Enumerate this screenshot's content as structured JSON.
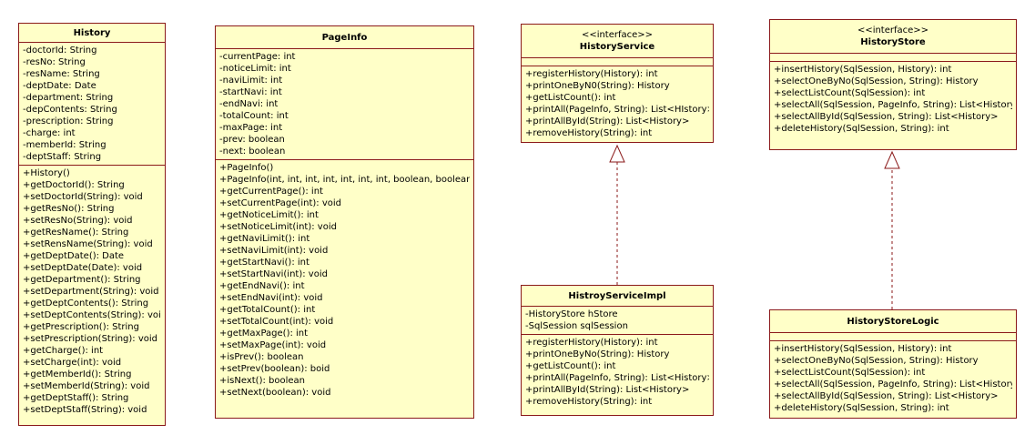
{
  "classes": {
    "history": {
      "name": "History",
      "attributes": [
        "-doctorId: String",
        "-resNo: String",
        "-resName: String",
        "-deptDate: Date",
        "-department: String",
        "-depContents: String",
        "-prescription: String",
        "-charge: int",
        "-memberId: String",
        "-deptStaff: String"
      ],
      "operations": [
        "+History()",
        "+getDoctorId(): String",
        "+setDoctorId(String): void",
        "+getResNo(): String",
        "+setResNo(String): void",
        "+getResName(): String",
        "+setRensName(String): void",
        "+getDeptDate(): Date",
        "+setDeptDate(Date): void",
        "+getDepartment(): String",
        "+setDepartment(String): void",
        "+getDeptContents(): String",
        "+setDeptContents(String): void",
        "+getPrescription(): String",
        "+setPrescription(String): void",
        "+getCharge(): int",
        "+setCharge(int): void",
        "+getMemberId(): String",
        "+setMemberId(String): void",
        "+getDeptStaff(): String",
        "+setDeptStaff(String): void"
      ]
    },
    "pageinfo": {
      "name": "PageInfo",
      "attributes": [
        "-currentPage: int",
        "-noticeLimit: int",
        "-naviLimit: int",
        "-startNavi: int",
        "-endNavi: int",
        "-totalCount: int",
        "-maxPage: int",
        "-prev: boolean",
        "-next: boolean"
      ],
      "operations": [
        "+PageInfo()",
        "+PageInfo(int, int, int, int, int, int, int, boolean, boolean)",
        "+getCurrentPage(): int",
        "+setCurrentPage(int): void",
        "+getNoticeLimit(): int",
        "+setNoticeLimit(int): void",
        "+getNaviLimit(): int",
        "+setNaviLimit(int): void",
        "+getStartNavi(): int",
        "+setStartNavi(int): void",
        "+getEndNavi(): int",
        "+setEndNavi(int): void",
        "+getTotalCount(): int",
        "+setTotalCount(int): void",
        "+getMaxPage(): int",
        "+setMaxPage(int): void",
        "+isPrev(): boolean",
        "+setPrev(boolean): boid",
        "+isNext(): boolean",
        "+setNext(boolean): void"
      ]
    },
    "historyservice": {
      "stereotype": "<<interface>>",
      "name": "HistoryService",
      "attributes": [],
      "operations": [
        "+registerHistory(History): int",
        "+printOneByN0(String): History",
        "+getListCount(): int",
        "+printAll(PageInfo, String): List<HIstory>",
        "+printAllById(String): List<History>",
        "+removeHistory(String): int"
      ]
    },
    "historyserviceimpl": {
      "name": "HistroyServiceImpl",
      "attributes": [
        "-HistoryStore hStore",
        "-SqlSession sqlSession"
      ],
      "operations": [
        "+registerHistory(History): int",
        "+printOneByNo(String): History",
        "+getListCount(): int",
        "+printAll(PageInfo, String): List<History>",
        "+printAllById(String): List<History>",
        "+removeHistory(String): int"
      ]
    },
    "historystore": {
      "stereotype": "<<interface>>",
      "name": "HistoryStore",
      "attributes": [],
      "operations": [
        "+insertHistory(SqlSession, History): int",
        "+selectOneByNo(SqlSession, String): History",
        "+selectListCount(SqlSession): int",
        "+selectAll(SqlSession, PageInfo, String): List<History>",
        "+selectAllById(SqlSession, String): List<History>",
        "+deleteHistory(SqlSession, String): int"
      ]
    },
    "historystorelogic": {
      "name": "HistoryStoreLogic",
      "attributes": [],
      "operations": [
        "+insertHistory(SqlSession, History): int",
        "+selectOneByNo(SqlSession, String): History",
        "+selectListCount(SqlSession): int",
        "+selectAll(SqlSession, PageInfo, String): List<History>",
        "+selectAllById(SqlSession, String): List<History>",
        "+deleteHistory(SqlSession, String): int"
      ]
    }
  },
  "colors": {
    "fill": "#ffffc8",
    "border": "#8b1a1a"
  }
}
